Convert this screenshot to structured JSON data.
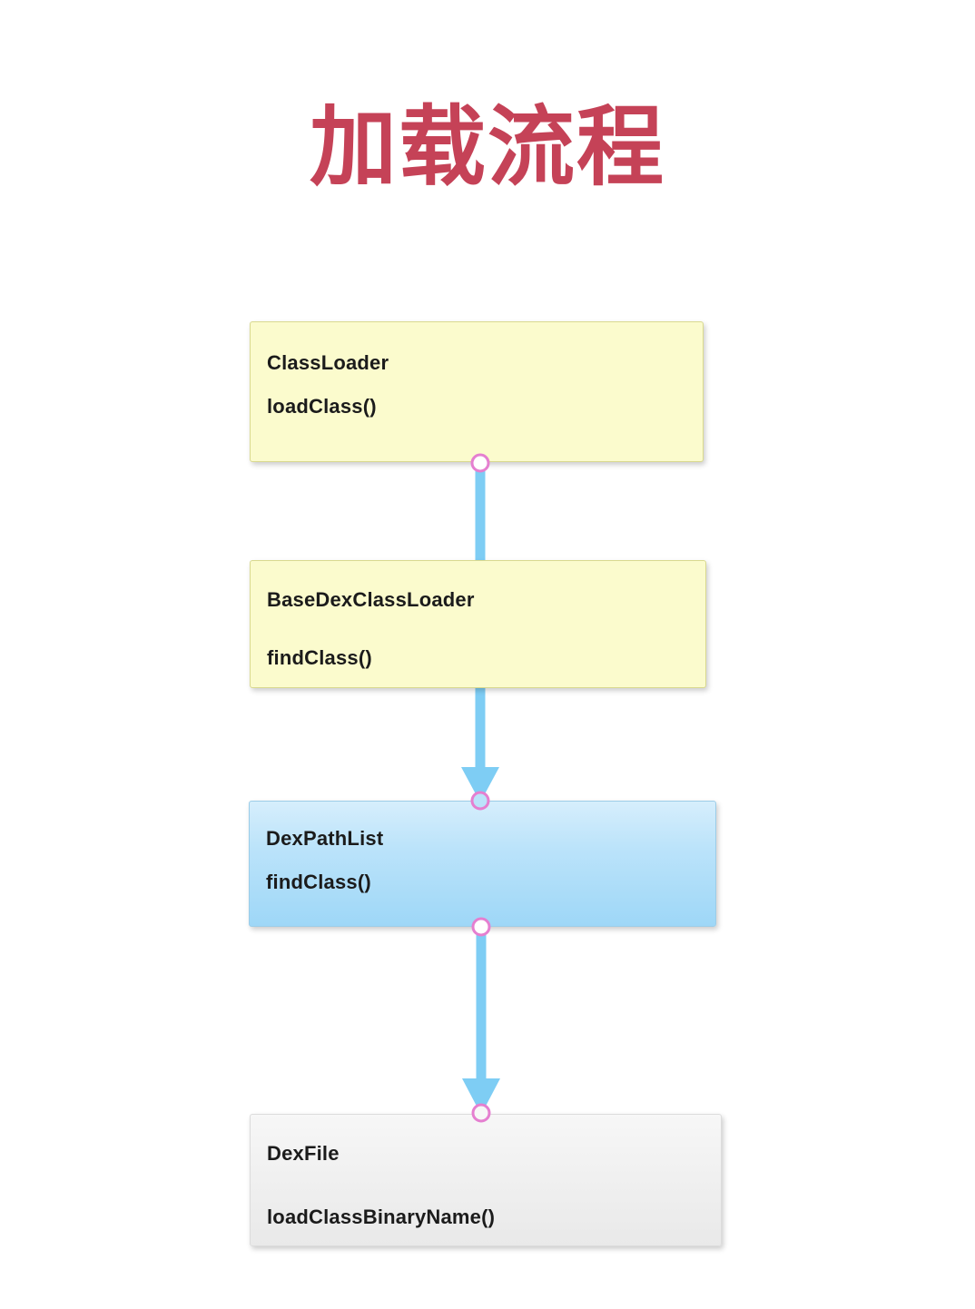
{
  "page": {
    "background_color": "#ffffff",
    "title": "加载流程",
    "title_color": "#c54257"
  },
  "diagram": {
    "type": "flowchart",
    "orientation": "top-to-bottom",
    "nodes": [
      {
        "id": "classloader",
        "title": "ClassLoader",
        "method": "loadClass()",
        "fill": "#fbfbcd",
        "border": "#d9d98f",
        "text_color": "#1b1b1b"
      },
      {
        "id": "basedexclassloader",
        "title": "BaseDexClassLoader",
        "method": "findClass()",
        "fill": "#fbfbcd",
        "border": "#d9d98f",
        "text_color": "#1b1b1b"
      },
      {
        "id": "dexpathlist",
        "title": "DexPathList",
        "method": "findClass()",
        "fill": "#b6e2fa",
        "border": "#9ccde8",
        "text_color": "#1b1b1b"
      },
      {
        "id": "dexfile",
        "title": "DexFile",
        "method": "loadClassBinaryName()",
        "fill": "#efefef",
        "border": "#dcdcdc",
        "text_color": "#1b1b1b"
      }
    ],
    "edges": [
      {
        "id": "edge-1",
        "from": "classloader",
        "to": "basedexclassloader",
        "style": "line",
        "arrowhead": false
      },
      {
        "id": "edge-2",
        "from": "basedexclassloader",
        "to": "dexpathlist",
        "style": "line",
        "arrowhead": true
      },
      {
        "id": "edge-3",
        "from": "dexpathlist",
        "to": "dexfile",
        "style": "line",
        "arrowhead": true
      }
    ],
    "edge_color": "#7ecdf4",
    "connector_ring_color": "#e57fd0",
    "connector_fill_color": "#ffffff"
  }
}
